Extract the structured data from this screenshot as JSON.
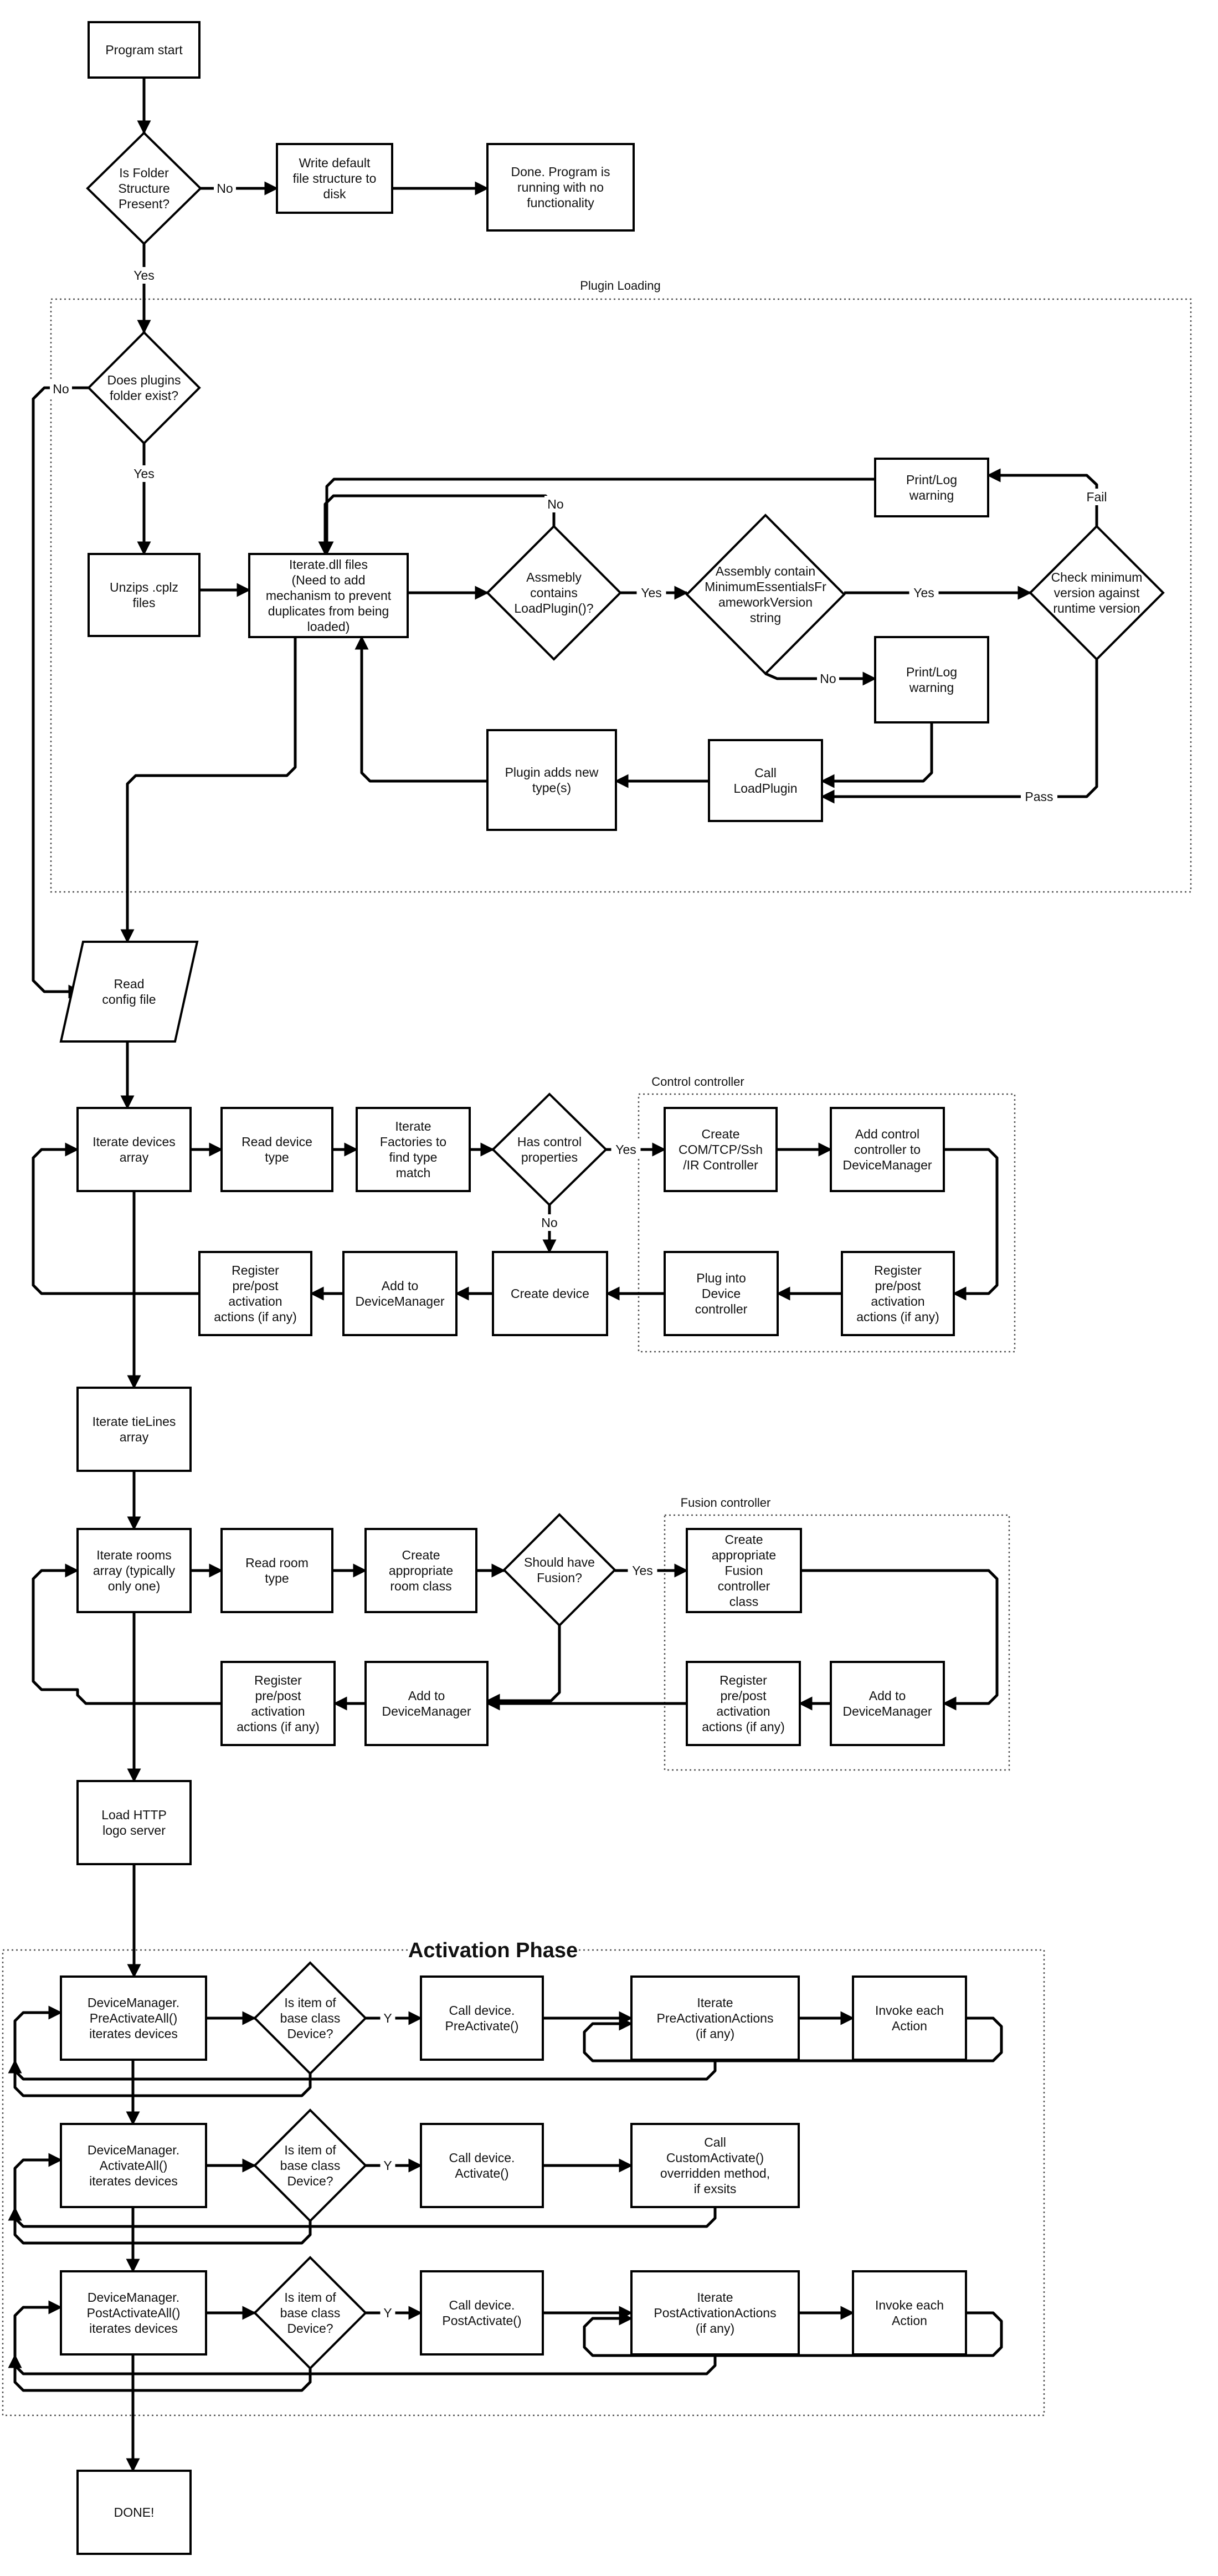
{
  "groups": [
    {
      "id": "plugin",
      "label": "Plugin Loading"
    },
    {
      "id": "control",
      "label": "Control controller"
    },
    {
      "id": "fusion",
      "label": "Fusion controller"
    },
    {
      "id": "activation",
      "label": "Activation Phase"
    }
  ],
  "nodes": [
    {
      "id": "start",
      "shape": "rect",
      "lines": [
        "Program start"
      ]
    },
    {
      "id": "folder",
      "shape": "diamond",
      "lines": [
        "Is Folder",
        "Structure",
        "Present?"
      ]
    },
    {
      "id": "writedef",
      "shape": "rect",
      "lines": [
        "Write default",
        "file structure to",
        "disk"
      ]
    },
    {
      "id": "nofunc",
      "shape": "rect",
      "lines": [
        "Done.  Program is",
        "running with no",
        "functionality"
      ]
    },
    {
      "id": "pluginsq",
      "shape": "diamond",
      "lines": [
        "Does plugins",
        "folder exist?"
      ]
    },
    {
      "id": "unzip",
      "shape": "rect",
      "lines": [
        "Unzips .cplz",
        "files"
      ]
    },
    {
      "id": "iterdll",
      "shape": "rect",
      "lines": [
        "Iterate.dll files",
        "(Need to add",
        "mechanism to prevent",
        "duplicates from being",
        "loaded)"
      ]
    },
    {
      "id": "asmload",
      "shape": "diamond",
      "lines": [
        "Assmebly",
        "contains",
        "LoadPlugin()?"
      ]
    },
    {
      "id": "asmver",
      "shape": "diamond",
      "lines": [
        "Assembly contain",
        "MinimumEssentialsFr",
        "ameworkVersion",
        "string"
      ]
    },
    {
      "id": "checkmin",
      "shape": "diamond",
      "lines": [
        "Check minimum",
        "version against",
        "runtime version"
      ]
    },
    {
      "id": "warn1",
      "shape": "rect",
      "lines": [
        "Print/Log",
        "warning"
      ]
    },
    {
      "id": "warn2",
      "shape": "rect",
      "lines": [
        "Print/Log",
        "warning"
      ]
    },
    {
      "id": "callload",
      "shape": "rect",
      "lines": [
        "Call",
        "LoadPlugin"
      ]
    },
    {
      "id": "plugadds",
      "shape": "rect",
      "lines": [
        "Plugin adds new",
        "type(s)"
      ]
    },
    {
      "id": "readcfg",
      "shape": "para",
      "lines": [
        "Read",
        "config file"
      ]
    },
    {
      "id": "iterdev",
      "shape": "rect",
      "lines": [
        "Iterate devices",
        "array"
      ]
    },
    {
      "id": "readdevtype",
      "shape": "rect",
      "lines": [
        "Read device",
        "type"
      ]
    },
    {
      "id": "iterfact",
      "shape": "rect",
      "lines": [
        "Iterate",
        "Factories to",
        "find type",
        "match"
      ]
    },
    {
      "id": "hasctrl",
      "shape": "diamond",
      "lines": [
        "Has control",
        "properties"
      ]
    },
    {
      "id": "createctrl",
      "shape": "rect",
      "lines": [
        "Create",
        "COM/TCP/Ssh",
        "/IR Controller"
      ]
    },
    {
      "id": "addctrl",
      "shape": "rect",
      "lines": [
        "Add control",
        "controller to",
        "DeviceManager"
      ]
    },
    {
      "id": "regctrl",
      "shape": "rect",
      "lines": [
        "Register",
        "pre/post",
        "activation",
        "actions (if any)"
      ]
    },
    {
      "id": "plugctrl",
      "shape": "rect",
      "lines": [
        "Plug into",
        "Device",
        "controller"
      ]
    },
    {
      "id": "createdev",
      "shape": "rect",
      "lines": [
        "Create device"
      ]
    },
    {
      "id": "adddm1",
      "shape": "rect",
      "lines": [
        "Add to",
        "DeviceManager"
      ]
    },
    {
      "id": "regdev",
      "shape": "rect",
      "lines": [
        "Register",
        "pre/post",
        "activation",
        "actions (if any)"
      ]
    },
    {
      "id": "itertie",
      "shape": "rect",
      "lines": [
        "Iterate tieLines",
        "array"
      ]
    },
    {
      "id": "iterrooms",
      "shape": "rect",
      "lines": [
        "Iterate rooms",
        "array (typically",
        "only one)"
      ]
    },
    {
      "id": "readroom",
      "shape": "rect",
      "lines": [
        "Read room",
        "type"
      ]
    },
    {
      "id": "createroom",
      "shape": "rect",
      "lines": [
        "Create",
        "appropriate",
        "room class"
      ]
    },
    {
      "id": "fusionq",
      "shape": "diamond",
      "lines": [
        "Should have",
        "Fusion?"
      ]
    },
    {
      "id": "createfusion",
      "shape": "rect",
      "lines": [
        "Create",
        "appropriate",
        "Fusion",
        "controller",
        "class"
      ]
    },
    {
      "id": "adddmf",
      "shape": "rect",
      "lines": [
        "Add to",
        "DeviceManager"
      ]
    },
    {
      "id": "regfusion",
      "shape": "rect",
      "lines": [
        "Register",
        "pre/post",
        "activation",
        "actions (if any)"
      ]
    },
    {
      "id": "adddmr",
      "shape": "rect",
      "lines": [
        "Add to",
        "DeviceManager"
      ]
    },
    {
      "id": "regroom",
      "shape": "rect",
      "lines": [
        "Register",
        "pre/post",
        "activation",
        "actions (if any)"
      ]
    },
    {
      "id": "loadhttp",
      "shape": "rect",
      "lines": [
        "Load HTTP",
        "logo server"
      ]
    },
    {
      "id": "preact",
      "shape": "rect",
      "lines": [
        "DeviceManager.",
        "PreActivateAll()",
        "iterates devices"
      ]
    },
    {
      "id": "isbase1",
      "shape": "diamond",
      "lines": [
        "Is item of",
        "base class",
        "Device?"
      ]
    },
    {
      "id": "callpre",
      "shape": "rect",
      "lines": [
        "Call device.",
        "PreActivate()"
      ]
    },
    {
      "id": "iterpre",
      "shape": "rect",
      "lines": [
        "Iterate",
        "PreActivationActions",
        "(if any)"
      ]
    },
    {
      "id": "invoke1",
      "shape": "rect",
      "lines": [
        "Invoke each",
        "Action"
      ]
    },
    {
      "id": "act",
      "shape": "rect",
      "lines": [
        "DeviceManager.",
        "ActivateAll()",
        "iterates devices"
      ]
    },
    {
      "id": "isbase2",
      "shape": "diamond",
      "lines": [
        "Is item of",
        "base class",
        "Device?"
      ]
    },
    {
      "id": "callact",
      "shape": "rect",
      "lines": [
        "Call device.",
        "Activate()"
      ]
    },
    {
      "id": "customact",
      "shape": "rect",
      "lines": [
        "Call",
        "CustomActivate()",
        "overridden method,",
        "if exsits"
      ]
    },
    {
      "id": "postact",
      "shape": "rect",
      "lines": [
        "DeviceManager.",
        "PostActivateAll()",
        "iterates devices"
      ]
    },
    {
      "id": "isbase3",
      "shape": "diamond",
      "lines": [
        "Is item of",
        "base class",
        "Device?"
      ]
    },
    {
      "id": "callpost",
      "shape": "rect",
      "lines": [
        "Call device.",
        "PostActivate()"
      ]
    },
    {
      "id": "iterpost",
      "shape": "rect",
      "lines": [
        "Iterate",
        "PostActivationActions",
        "(if any)"
      ]
    },
    {
      "id": "invoke2",
      "shape": "rect",
      "lines": [
        "Invoke each",
        "Action"
      ]
    },
    {
      "id": "done",
      "shape": "rect",
      "lines": [
        "DONE!"
      ]
    }
  ],
  "edges": [
    {
      "id": "e1",
      "from": "start",
      "to": "folder",
      "label": ""
    },
    {
      "id": "e2",
      "from": "folder",
      "to": "writedef",
      "label": "No"
    },
    {
      "id": "e3",
      "from": "writedef",
      "to": "nofunc",
      "label": ""
    },
    {
      "id": "e4",
      "from": "folder",
      "to": "pluginsq",
      "label": "Yes"
    },
    {
      "id": "e5",
      "from": "pluginsq",
      "to": "unzip",
      "label": "Yes"
    },
    {
      "id": "e6",
      "from": "pluginsq",
      "to": "readcfg",
      "label": "No"
    },
    {
      "id": "e7",
      "from": "unzip",
      "to": "iterdll",
      "label": ""
    },
    {
      "id": "e8",
      "from": "iterdll",
      "to": "asmload",
      "label": ""
    },
    {
      "id": "e9",
      "from": "asmload",
      "to": "iterdll",
      "label": "No"
    },
    {
      "id": "e10",
      "from": "asmload",
      "to": "asmver",
      "label": "Yes"
    },
    {
      "id": "e11",
      "from": "asmver",
      "to": "checkmin",
      "label": "Yes"
    },
    {
      "id": "e12",
      "from": "asmver",
      "to": "warn2",
      "label": "No"
    },
    {
      "id": "e13",
      "from": "checkmin",
      "to": "warn1",
      "label": "Fail"
    },
    {
      "id": "e14",
      "from": "warn1",
      "to": "iterdll",
      "label": ""
    },
    {
      "id": "e15",
      "from": "checkmin",
      "to": "callload",
      "label": "Pass"
    },
    {
      "id": "e16",
      "from": "warn2",
      "to": "callload",
      "label": ""
    },
    {
      "id": "e17",
      "from": "callload",
      "to": "plugadds",
      "label": ""
    },
    {
      "id": "e18",
      "from": "plugadds",
      "to": "iterdll",
      "label": ""
    },
    {
      "id": "e19",
      "from": "iterdll",
      "to": "readcfg",
      "label": ""
    },
    {
      "id": "e20",
      "from": "readcfg",
      "to": "iterdev",
      "label": ""
    },
    {
      "id": "e21",
      "from": "iterdev",
      "to": "readdevtype",
      "label": ""
    },
    {
      "id": "e22",
      "from": "readdevtype",
      "to": "iterfact",
      "label": ""
    },
    {
      "id": "e23",
      "from": "iterfact",
      "to": "hasctrl",
      "label": ""
    },
    {
      "id": "e24",
      "from": "hasctrl",
      "to": "createctrl",
      "label": "Yes"
    },
    {
      "id": "e25",
      "from": "hasctrl",
      "to": "createdev",
      "label": "No"
    },
    {
      "id": "e26",
      "from": "createctrl",
      "to": "addctrl",
      "label": ""
    },
    {
      "id": "e27",
      "from": "addctrl",
      "to": "regctrl",
      "label": ""
    },
    {
      "id": "e28",
      "from": "regctrl",
      "to": "plugctrl",
      "label": ""
    },
    {
      "id": "e29",
      "from": "plugctrl",
      "to": "createdev",
      "label": ""
    },
    {
      "id": "e30",
      "from": "createdev",
      "to": "adddm1",
      "label": ""
    },
    {
      "id": "e31",
      "from": "adddm1",
      "to": "regdev",
      "label": ""
    },
    {
      "id": "e32",
      "from": "regdev",
      "to": "iterdev",
      "label": ""
    },
    {
      "id": "e33",
      "from": "iterdev",
      "to": "itertie",
      "label": ""
    },
    {
      "id": "e34",
      "from": "itertie",
      "to": "iterrooms",
      "label": ""
    },
    {
      "id": "e35",
      "from": "iterrooms",
      "to": "readroom",
      "label": ""
    },
    {
      "id": "e36",
      "from": "readroom",
      "to": "createroom",
      "label": ""
    },
    {
      "id": "e37",
      "from": "createroom",
      "to": "fusionq",
      "label": ""
    },
    {
      "id": "e38",
      "from": "fusionq",
      "to": "createfusion",
      "label": "Yes"
    },
    {
      "id": "e39",
      "from": "createfusion",
      "to": "adddmf",
      "label": ""
    },
    {
      "id": "e40",
      "from": "adddmf",
      "to": "regfusion",
      "label": ""
    },
    {
      "id": "e41",
      "from": "regfusion",
      "to": "adddmr",
      "label": ""
    },
    {
      "id": "e42",
      "from": "fusionq",
      "to": "adddmr",
      "label": ""
    },
    {
      "id": "e43",
      "from": "adddmr",
      "to": "regroom",
      "label": ""
    },
    {
      "id": "e44",
      "from": "regroom",
      "to": "iterrooms",
      "label": ""
    },
    {
      "id": "e45",
      "from": "iterrooms",
      "to": "loadhttp",
      "label": ""
    },
    {
      "id": "e46",
      "from": "loadhttp",
      "to": "preact",
      "label": ""
    },
    {
      "id": "e47",
      "from": "preact",
      "to": "isbase1",
      "label": ""
    },
    {
      "id": "e48",
      "from": "isbase1",
      "to": "callpre",
      "label": "Y"
    },
    {
      "id": "e49",
      "from": "callpre",
      "to": "iterpre",
      "label": ""
    },
    {
      "id": "e50",
      "from": "iterpre",
      "to": "invoke1",
      "label": ""
    },
    {
      "id": "e51",
      "from": "invoke1",
      "to": "iterpre",
      "label": ""
    },
    {
      "id": "e52",
      "from": "iterpre",
      "to": "preact",
      "label": ""
    },
    {
      "id": "e53",
      "from": "isbase1",
      "to": "preact",
      "label": ""
    },
    {
      "id": "e54",
      "from": "preact",
      "to": "act",
      "label": ""
    },
    {
      "id": "e55",
      "from": "act",
      "to": "isbase2",
      "label": ""
    },
    {
      "id": "e56",
      "from": "isbase2",
      "to": "callact",
      "label": "Y"
    },
    {
      "id": "e57",
      "from": "callact",
      "to": "customact",
      "label": ""
    },
    {
      "id": "e58",
      "from": "customact",
      "to": "act",
      "label": ""
    },
    {
      "id": "e59",
      "from": "isbase2",
      "to": "act",
      "label": ""
    },
    {
      "id": "e60",
      "from": "act",
      "to": "postact",
      "label": ""
    },
    {
      "id": "e61",
      "from": "postact",
      "to": "isbase3",
      "label": ""
    },
    {
      "id": "e62",
      "from": "isbase3",
      "to": "callpost",
      "label": "Y"
    },
    {
      "id": "e63",
      "from": "callpost",
      "to": "iterpost",
      "label": ""
    },
    {
      "id": "e64",
      "from": "iterpost",
      "to": "invoke2",
      "label": ""
    },
    {
      "id": "e65",
      "from": "invoke2",
      "to": "iterpost",
      "label": ""
    },
    {
      "id": "e66",
      "from": "iterpost",
      "to": "postact",
      "label": ""
    },
    {
      "id": "e67",
      "from": "isbase3",
      "to": "postact",
      "label": ""
    },
    {
      "id": "e68",
      "from": "postact",
      "to": "done",
      "label": ""
    }
  ]
}
